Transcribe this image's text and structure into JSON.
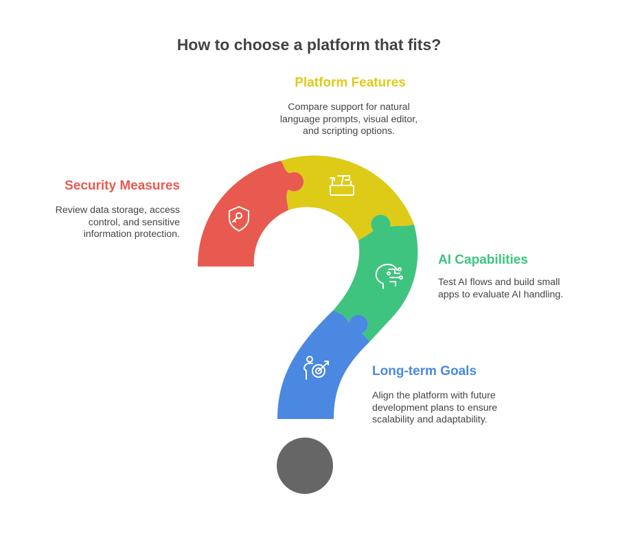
{
  "title": "How to choose a platform that fits?",
  "colors": {
    "security": "#E85A4F",
    "features": "#DECB18",
    "ai": "#3EC47E",
    "goals": "#4A88E2",
    "dot": "#666666",
    "icon": "#ffffff"
  },
  "sections": {
    "features": {
      "heading": "Platform Features",
      "desc": [
        "Compare support for natural",
        "language prompts, visual editor,",
        "and scripting options."
      ],
      "icon": "toolbox-icon"
    },
    "security": {
      "heading": "Security Measures",
      "desc": [
        "Review data storage, access",
        "control, and sensitive",
        "information protection."
      ],
      "icon": "shield-key-icon"
    },
    "ai": {
      "heading": "AI Capabilities",
      "desc": [
        "Test AI flows and build small",
        "apps to evaluate AI handling."
      ],
      "icon": "ai-head-icon"
    },
    "goals": {
      "heading": "Long-term Goals",
      "desc": [
        "Align the platform with future",
        "development plans to ensure",
        "scalability and adaptability."
      ],
      "icon": "person-target-icon"
    }
  }
}
